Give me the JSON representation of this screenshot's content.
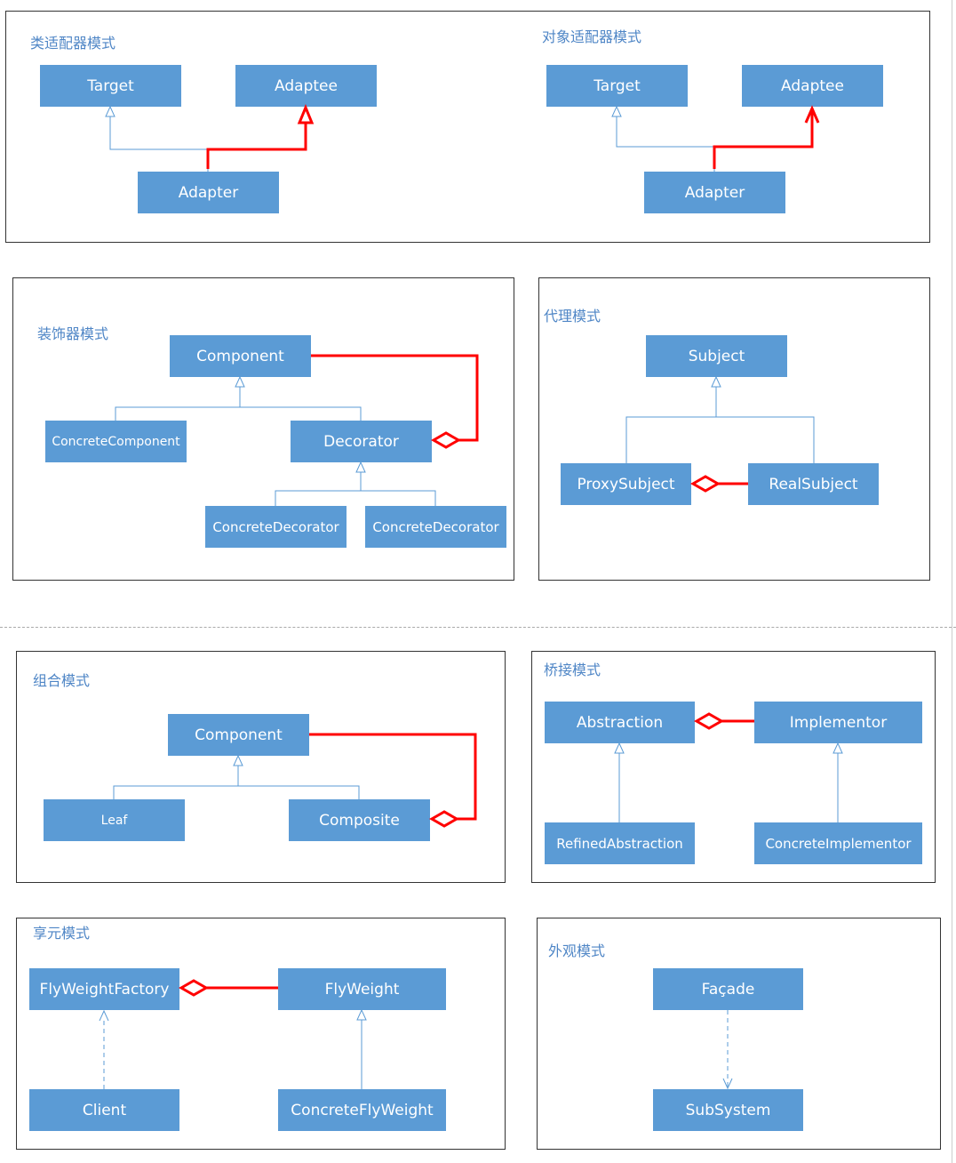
{
  "panels": {
    "class_adapter": {
      "title": "类适配器模式",
      "target": "Target",
      "adaptee": "Adaptee",
      "adapter": "Adapter"
    },
    "object_adapter": {
      "title": "对象适配器模式",
      "target": "Target",
      "adaptee": "Adaptee",
      "adapter": "Adapter"
    },
    "decorator": {
      "title": "装饰器模式",
      "component": "Component",
      "concrete_component": "ConcreteComponent",
      "decorator": "Decorator",
      "concrete_decorator_a": "ConcreteDecorator",
      "concrete_decorator_b": "ConcreteDecorator"
    },
    "proxy": {
      "title": "代理模式",
      "subject": "Subject",
      "proxy_subject": "ProxySubject",
      "real_subject": "RealSubject"
    },
    "composite": {
      "title": "组合模式",
      "component": "Component",
      "leaf": "Leaf",
      "composite": "Composite"
    },
    "bridge": {
      "title": "桥接模式",
      "abstraction": "Abstraction",
      "implementor": "Implementor",
      "refined_abstraction": "RefinedAbstraction",
      "concrete_implementor": "ConcreteImplementor"
    },
    "flyweight": {
      "title": "享元模式",
      "factory": "FlyWeightFactory",
      "flyweight": "FlyWeight",
      "client": "Client",
      "concrete_flyweight": "ConcreteFlyWeight"
    },
    "facade": {
      "title": "外观模式",
      "facade": "Façade",
      "subsystem": "SubSystem"
    }
  },
  "colors": {
    "node_fill": "#5b9bd5",
    "node_text": "#ffffff",
    "title_text": "#4f86c6",
    "inherit_line": "#5b9bd5",
    "highlight_line": "#ff0000",
    "panel_border": "#333333"
  }
}
